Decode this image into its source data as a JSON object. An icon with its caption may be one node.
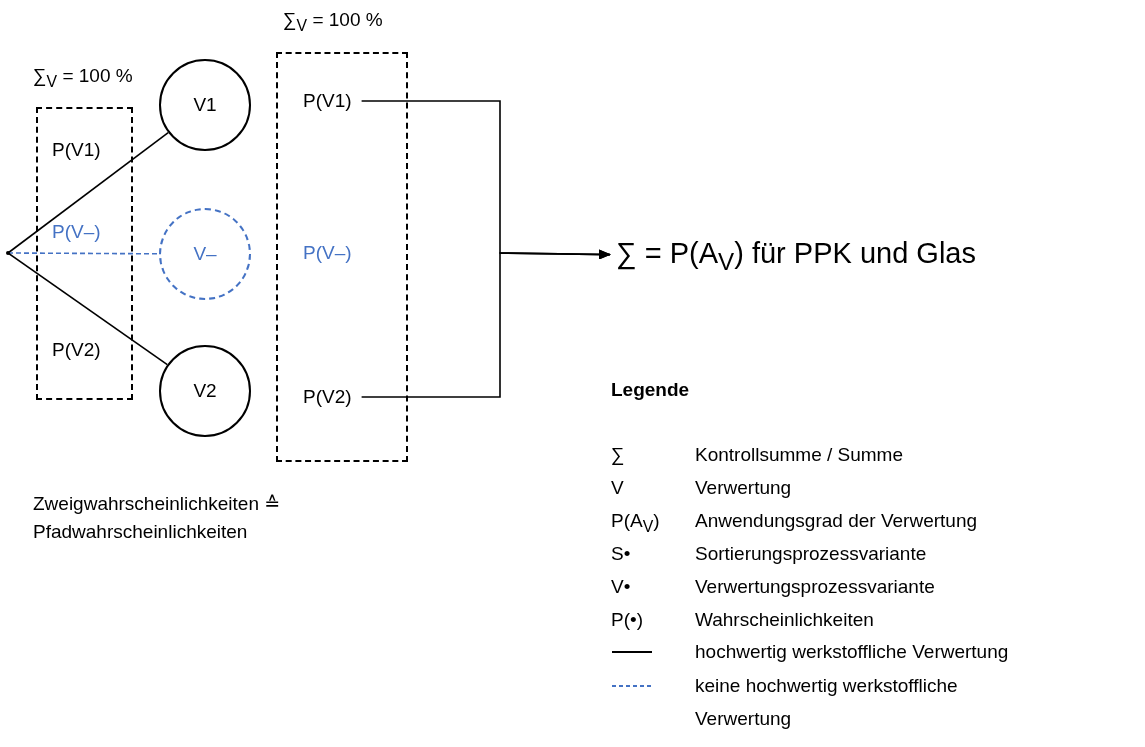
{
  "diagram": {
    "nodes": [
      {
        "text": [],
        "shape": "point"
      },
      {
        "text": [
          "∑$_{V}$ = 100 %"
        ]
      },
      {
        "text": [
          "P(V1)"
        ],
        "in": 1
      },
      {
        "text": [
          "P(V–)"
        ],
        "in": 1
      },
      {
        "text": [
          "P(V2)"
        ],
        "in": 1
      },
      {
        "text": [
          "V1"
        ]
      },
      {
        "text": [
          "V–"
        ]
      },
      {
        "text": [
          "V2"
        ]
      },
      {
        "text": [
          "∑$_{V}$ = 100 %"
        ]
      },
      {
        "text": [
          "P(V1)"
        ],
        "in": 8
      },
      {
        "text": [
          "P(V–)"
        ],
        "in": 8
      },
      {
        "text": [
          "P(V2)"
        ],
        "in": 8
      },
      {
        "text": [
          "∑ = P(A$_{V}$) für PPK und Glas"
        ]
      }
    ],
    "edges": [
      {
        "from": 0,
        "to": 5,
        "arrow": "none"
      },
      {
        "from": 0,
        "to": 6,
        "arrow": "none",
        "style": "dashed",
        "color": "#4472c4"
      },
      {
        "from": 0,
        "to": 7,
        "arrow": "none"
      },
      {
        "from": 9,
        "to": 12,
        "arrow": "to"
      },
      {
        "from": 11,
        "to": 12,
        "arrow": "to"
      }
    ],
    "labels": [
      "Zweigwahrscheinlichkeiten ≙ Pfadwahrscheinlichkeiten",
      "Legende",
      "∑",
      "Kontrollsumme / Summe",
      "V",
      "Verwertung",
      "P(A$_{V}$)",
      "Anwendungsgrad der Verwertung",
      "S•",
      "Sortierungsprozessvariante",
      "V•",
      "Verwertungsprozessvariante",
      "P(•)",
      "Wahrscheinlichkeiten"
    ],
    "legend": [
      {
        "text": "hochwertig werkstoffliche Verwertung"
      },
      {
        "text": "keine hochwertig werkstoffliche Verwertung"
      }
    ]
  }
}
